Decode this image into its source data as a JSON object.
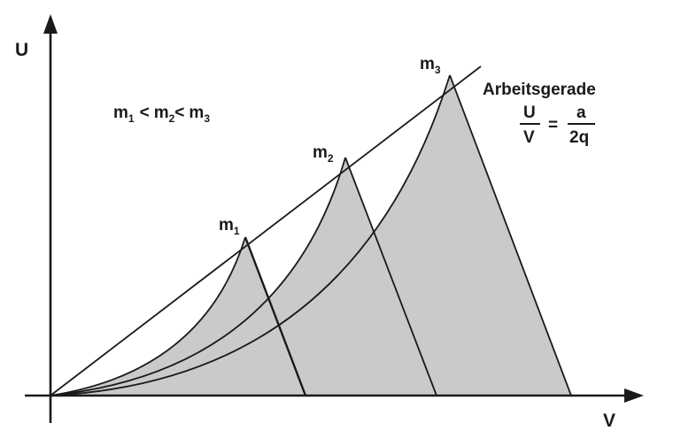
{
  "axes": {
    "y_label": "U",
    "x_label": "V"
  },
  "peaks": [
    {
      "label": "m",
      "sub": "1"
    },
    {
      "label": "m",
      "sub": "2"
    },
    {
      "label": "m",
      "sub": "3"
    }
  ],
  "inequality": {
    "m": "m",
    "s1": "1",
    "s2": "2",
    "s3": "3",
    "lt": "<"
  },
  "work_line": {
    "title": "Arbeitsgerade",
    "lhs_num": "U",
    "lhs_den": "V",
    "equals": "=",
    "rhs_num": "a",
    "rhs_den": "2q"
  },
  "colors": {
    "fill": "#c9cacc",
    "line": "#1a1a1a"
  }
}
